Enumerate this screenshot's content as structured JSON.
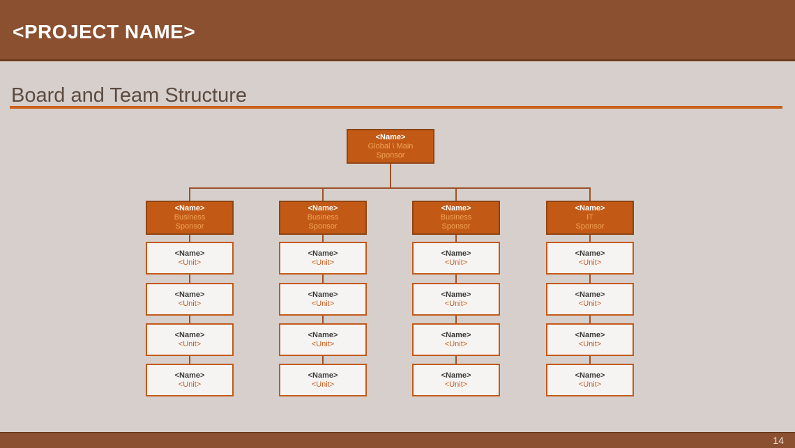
{
  "header": {
    "title": "<PROJECT NAME>"
  },
  "body": {
    "title": "Board and Team Structure"
  },
  "footer": {
    "page_number": "14"
  },
  "colors": {
    "header_brown": "#8A5030",
    "slide_background": "#D6CFCB",
    "accent_orange": "#C25A16",
    "title_underline": "#C96118",
    "connector_brown": "#9C5126",
    "node_subtext_light_orange": "#F2A455"
  },
  "org_chart": {
    "root": {
      "name": "<Name>",
      "role": "Global \\ Main\nSponsor"
    },
    "columns": [
      {
        "sponsor": {
          "name": "<Name>",
          "role": "Business\nSponsor"
        },
        "members": [
          {
            "name": "<Name>",
            "unit": "<Unit>"
          },
          {
            "name": "<Name>",
            "unit": "<Unit>"
          },
          {
            "name": "<Name>",
            "unit": "<Unit>"
          },
          {
            "name": "<Name>",
            "unit": "<Unit>"
          }
        ]
      },
      {
        "sponsor": {
          "name": "<Name>",
          "role": "Business\nSponsor"
        },
        "members": [
          {
            "name": "<Name>",
            "unit": "<Unit>"
          },
          {
            "name": "<Name>",
            "unit": "<Unit>"
          },
          {
            "name": "<Name>",
            "unit": "<Unit>"
          },
          {
            "name": "<Name>",
            "unit": "<Unit>"
          }
        ]
      },
      {
        "sponsor": {
          "name": "<Name>",
          "role": "Business\nSponsor"
        },
        "members": [
          {
            "name": "<Name>",
            "unit": "<Unit>"
          },
          {
            "name": "<Name>",
            "unit": "<Unit>"
          },
          {
            "name": "<Name>",
            "unit": "<Unit>"
          },
          {
            "name": "<Name>",
            "unit": "<Unit>"
          }
        ]
      },
      {
        "sponsor": {
          "name": "<Name>",
          "role": "IT\nSponsor"
        },
        "members": [
          {
            "name": "<Name>",
            "unit": "<Unit>"
          },
          {
            "name": "<Name>",
            "unit": "<Unit>"
          },
          {
            "name": "<Name>",
            "unit": "<Unit>"
          },
          {
            "name": "<Name>",
            "unit": "<Unit>"
          }
        ]
      }
    ]
  }
}
